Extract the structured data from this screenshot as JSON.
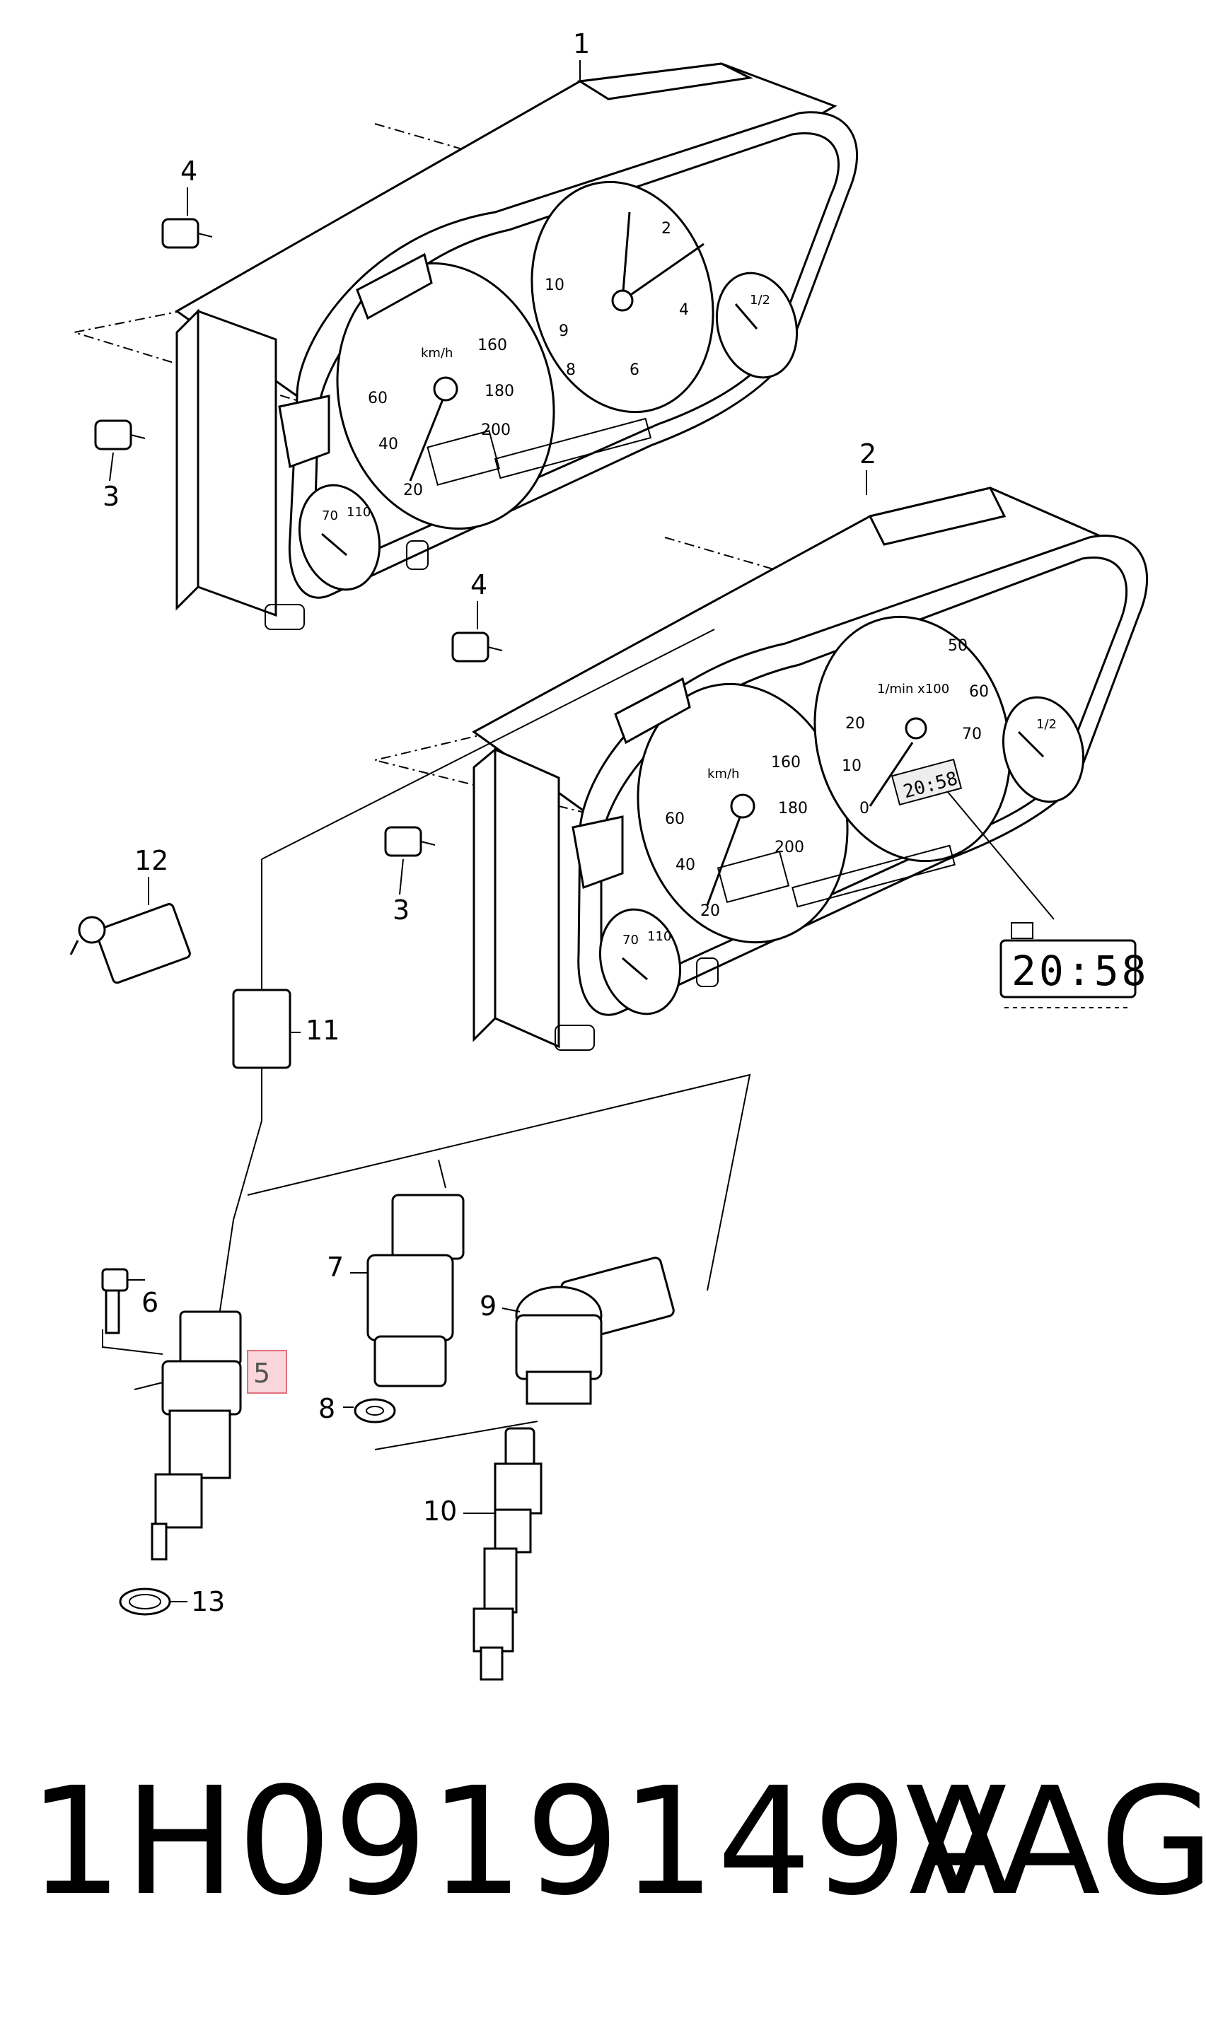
{
  "callouts": {
    "c1": "1",
    "c2": "2",
    "c3a": "3",
    "c3b": "3",
    "c4a": "4",
    "c4b": "4",
    "c5": "5",
    "c6": "6",
    "c7": "7",
    "c8": "8",
    "c9": "9",
    "c10": "10",
    "c11": "11",
    "c12": "12",
    "c13": "13"
  },
  "cluster1": {
    "speedo_unit": "km/h",
    "speedo_ticks": [
      "20",
      "40",
      "60",
      "160",
      "180",
      "200"
    ],
    "clock_ticks": [
      "2",
      "4",
      "6",
      "8",
      "9",
      "10"
    ],
    "fuel_tick": "1/2",
    "temp_ticks": [
      "70",
      "110"
    ]
  },
  "cluster2": {
    "speedo_unit": "km/h",
    "speedo_ticks": [
      "20",
      "40",
      "60",
      "160",
      "180",
      "200"
    ],
    "tacho_unit": "1/min x100",
    "tacho_ticks": [
      "0",
      "10",
      "20",
      "50",
      "60",
      "70"
    ],
    "lcd": "20:58",
    "fuel_tick": "1/2",
    "temp_ticks": [
      "70",
      "110"
    ]
  },
  "clock_display": {
    "digits": "20:58"
  },
  "highlight": {
    "color": "#f9d6da",
    "border": "#e07080"
  },
  "footer": {
    "part_number": "1H0919149A",
    "brand": "VAG"
  }
}
